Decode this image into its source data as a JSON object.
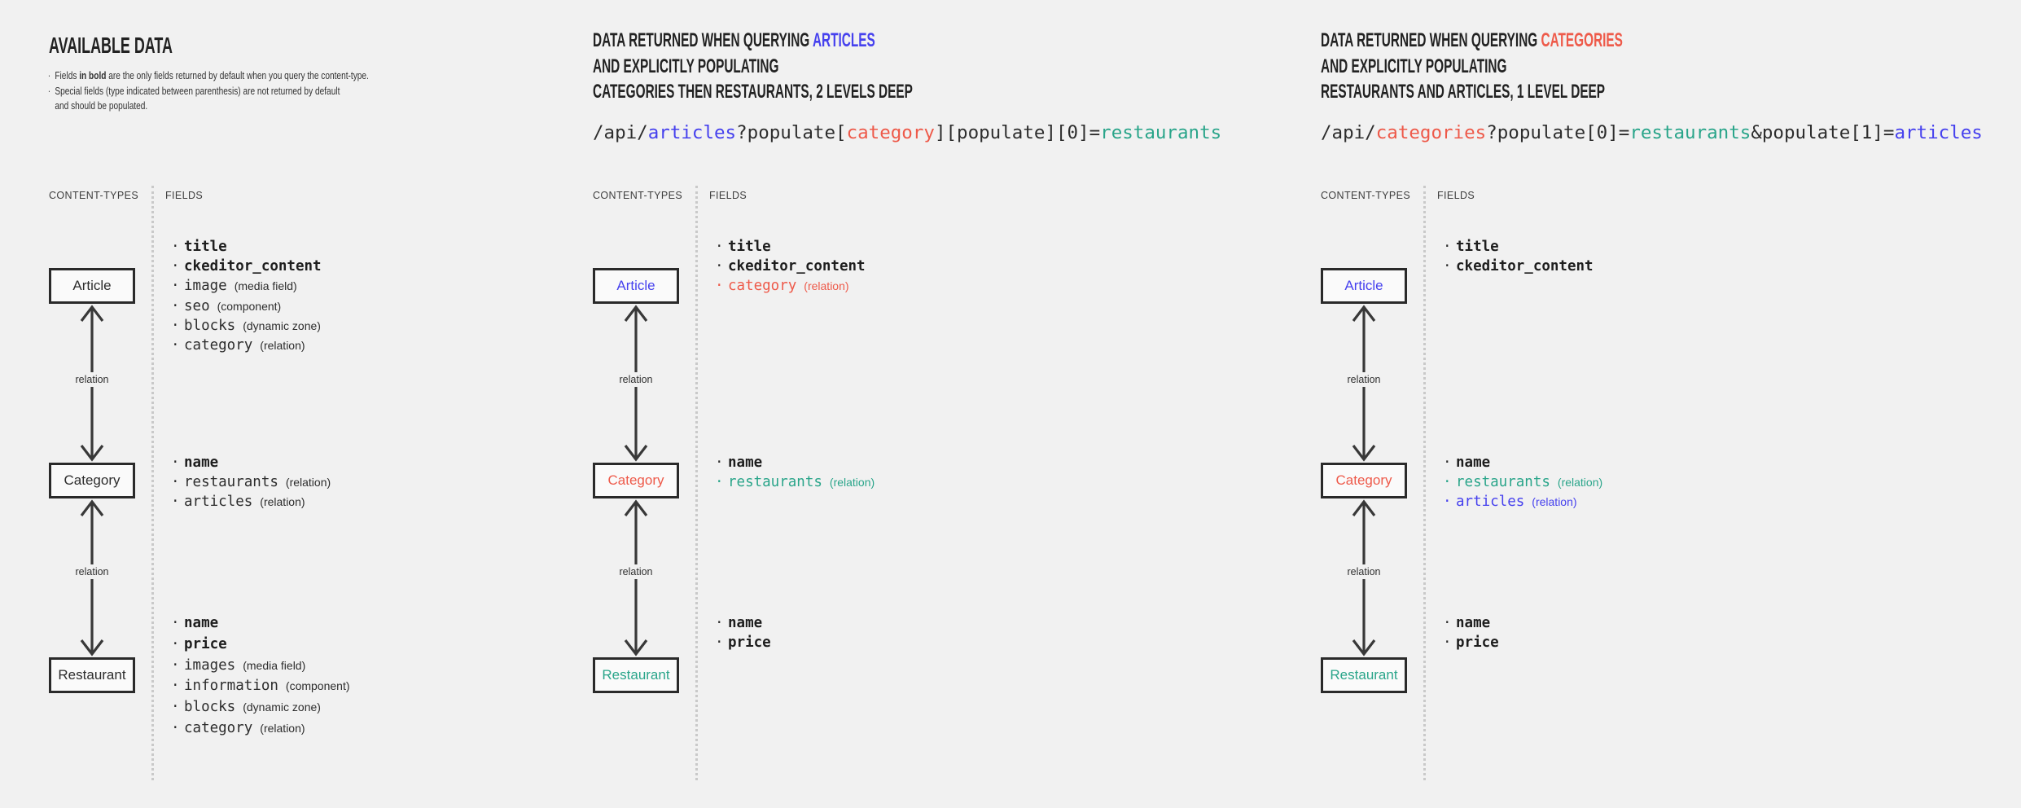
{
  "colors": {
    "background": "#f1f1f1",
    "dark": "#2d2d2d",
    "blue": "#4641ee",
    "red": "#ee5a4a",
    "teal": "#2aa58a",
    "muted": "#3d3d3d",
    "box-border": "#2a2a2a",
    "box-fill": "#fafafa",
    "line": "#383838",
    "separator": "#c9c9c9"
  },
  "columns": [
    {
      "title": "AVAILABLE DATA",
      "notes": {
        "note1": {
          "seg1": "Fields ",
          "seg2_bold": "in bold",
          "seg3": " are the only fields returned by default when you query the content-type."
        },
        "note2": {
          "line1": "Special fields (type indicated between parenthesis) are not returned by default",
          "line2": "and should be populated."
        }
      },
      "content_types_label": "CONTENT-TYPES",
      "fields_label": "FIELDS",
      "relation_label": "relation",
      "boxes": {
        "article": "Article",
        "category": "Category",
        "restaurant": "Restaurant"
      },
      "fields": {
        "article": [
          {
            "name": "title",
            "bold": true
          },
          {
            "name": "ckeditor_content",
            "bold": true
          },
          {
            "name": "image",
            "annotation": "(media field)"
          },
          {
            "name": "seo",
            "annotation": "(component)"
          },
          {
            "name": "blocks",
            "annotation": "(dynamic zone)"
          },
          {
            "name": "category",
            "annotation": "(relation)"
          }
        ],
        "category": [
          {
            "name": "name",
            "bold": true
          },
          {
            "name": "restaurants",
            "annotation": "(relation)"
          },
          {
            "name": "articles",
            "annotation": "(relation)"
          }
        ],
        "restaurant": [
          {
            "name": "name",
            "bold": true
          },
          {
            "name": "price",
            "bold": true
          },
          {
            "name": "images",
            "annotation": "(media field)"
          },
          {
            "name": "information",
            "annotation": "(component)"
          },
          {
            "name": "blocks",
            "annotation": "(dynamic zone)"
          },
          {
            "name": "category",
            "annotation": "(relation)"
          }
        ]
      }
    },
    {
      "title": {
        "line1_prefix": "DATA RETURNED WHEN QUERYING ",
        "line1_highlight": "ARTICLES",
        "line1_highlight_color": "#4641ee",
        "line2": "AND EXPLICITLY POPULATING",
        "line3": "CATEGORIES THEN RESTAURANTS, 2 LEVELS DEEP"
      },
      "code": [
        {
          "text": "/api/",
          "color": "#2d2d2d"
        },
        {
          "text": "articles",
          "color": "#4641ee"
        },
        {
          "text": "?populate[",
          "color": "#2d2d2d"
        },
        {
          "text": "category",
          "color": "#ee5a4a"
        },
        {
          "text": "][populate][0]=",
          "color": "#2d2d2d"
        },
        {
          "text": "restaurants",
          "color": "#2aa58a"
        }
      ],
      "content_types_label": "CONTENT-TYPES",
      "fields_label": "FIELDS",
      "relation_label": "relation",
      "boxes": {
        "article": "Article",
        "category": "Category",
        "restaurant": "Restaurant"
      },
      "box_colors": {
        "article": "#4641ee",
        "category": "#ee5a4a",
        "restaurant": "#2aa58a"
      },
      "fields": {
        "article": [
          {
            "name": "title",
            "bold": true
          },
          {
            "name": "ckeditor_content",
            "bold": true
          },
          {
            "name": "category",
            "annotation": "(relation)",
            "color": "#ee5a4a"
          }
        ],
        "category": [
          {
            "name": "name",
            "bold": true
          },
          {
            "name": "restaurants",
            "annotation": "(relation)",
            "color": "#2aa58a"
          }
        ],
        "restaurant": [
          {
            "name": "name",
            "bold": true
          },
          {
            "name": "price",
            "bold": true
          }
        ]
      }
    },
    {
      "title": {
        "line1_prefix": "DATA RETURNED WHEN QUERYING ",
        "line1_highlight": "CATEGORIES",
        "line1_highlight_color": "#ee5a4a",
        "line2": "AND EXPLICITLY POPULATING",
        "line3": "RESTAURANTS AND ARTICLES, 1 LEVEL DEEP"
      },
      "code": [
        {
          "text": "/api/",
          "color": "#2d2d2d"
        },
        {
          "text": "categories",
          "color": "#ee5a4a"
        },
        {
          "text": "?populate[0]=",
          "color": "#2d2d2d"
        },
        {
          "text": "restaurants",
          "color": "#2aa58a"
        },
        {
          "text": "&populate[1]=",
          "color": "#2d2d2d"
        },
        {
          "text": "articles",
          "color": "#4641ee"
        }
      ],
      "content_types_label": "CONTENT-TYPES",
      "fields_label": "FIELDS",
      "relation_label": "relation",
      "boxes": {
        "article": "Article",
        "category": "Category",
        "restaurant": "Restaurant"
      },
      "box_colors": {
        "article": "#4641ee",
        "category": "#ee5a4a",
        "restaurant": "#2aa58a"
      },
      "fields": {
        "article": [
          {
            "name": "title",
            "bold": true
          },
          {
            "name": "ckeditor_content",
            "bold": true
          }
        ],
        "category": [
          {
            "name": "name",
            "bold": true
          },
          {
            "name": "restaurants",
            "annotation": "(relation)",
            "color": "#2aa58a"
          },
          {
            "name": "articles",
            "annotation": "(relation)",
            "color": "#4641ee"
          }
        ],
        "restaurant": [
          {
            "name": "name",
            "bold": true
          },
          {
            "name": "price",
            "bold": true
          }
        ]
      }
    }
  ]
}
